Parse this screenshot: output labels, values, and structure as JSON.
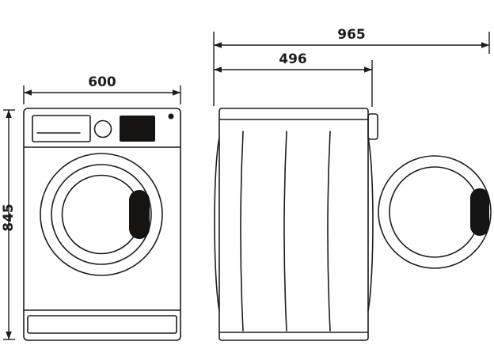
{
  "diagram": {
    "name": "Washing machine dimensions diagram",
    "front_view": {
      "width": "600",
      "height": "845"
    },
    "side_view": {
      "depth_with_door_open": "965",
      "depth": "496"
    }
  }
}
